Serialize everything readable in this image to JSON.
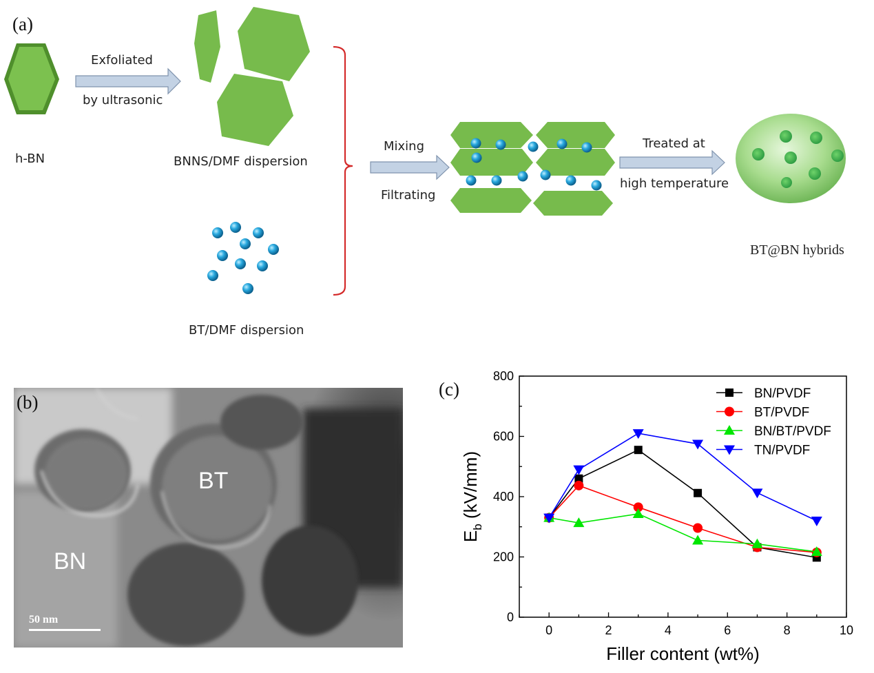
{
  "panel_a": {
    "label": "(a)",
    "hbn_label": "h-BN",
    "exfoliate_top": "Exfoliated",
    "exfoliate_bottom": "by ultrasonic",
    "bnns_label": "BNNS/DMF dispersion",
    "bt_label": "BT/DMF dispersion",
    "mixing_top": "Mixing",
    "mixing_bottom": "Filtrating",
    "treat_top": "Treated at",
    "treat_bottom": "high temperature",
    "hybrid_label": "BT@BN hybrids",
    "colors": {
      "sheet": "#77bb4c",
      "sphere": "#1aa0d8",
      "bracket": "#d42a2a",
      "arrow": "#b9c9dc",
      "hybrid": "#9fd88a"
    }
  },
  "panel_b": {
    "label": "(b)",
    "bt_text": "BT",
    "bn_text": "BN",
    "scale_text": "50 nm"
  },
  "panel_c": {
    "label": "(c)",
    "chart_data": {
      "type": "line",
      "xlabel": "Filler content (wt%)",
      "ylabel": "E",
      "ylabel_sub": "b",
      "ylabel_unit": " (kV/mm)",
      "xlim": [
        -1,
        10
      ],
      "ylim": [
        0,
        800
      ],
      "xticks": [
        0,
        2,
        4,
        6,
        8,
        10
      ],
      "yticks": [
        0,
        200,
        400,
        600,
        800
      ],
      "grid": false,
      "legend_position": "top-right",
      "x": [
        0,
        1,
        3,
        5,
        7,
        9
      ],
      "series": [
        {
          "name": "BN/PVDF",
          "marker": "square",
          "color": "#000000",
          "values": [
            330,
            460,
            555,
            412,
            232,
            198
          ]
        },
        {
          "name": "BT/PVDF",
          "marker": "circle",
          "color": "#ff0000",
          "values": [
            330,
            437,
            365,
            296,
            232,
            215
          ]
        },
        {
          "name": "BN/BT/PVDF",
          "marker": "triangle-up",
          "color": "#00e600",
          "values": [
            330,
            313,
            343,
            255,
            243,
            217
          ]
        },
        {
          "name": "TN/PVDF",
          "marker": "triangle-down",
          "color": "#0000ff",
          "values": [
            330,
            490,
            610,
            575,
            413,
            320
          ]
        }
      ]
    }
  }
}
